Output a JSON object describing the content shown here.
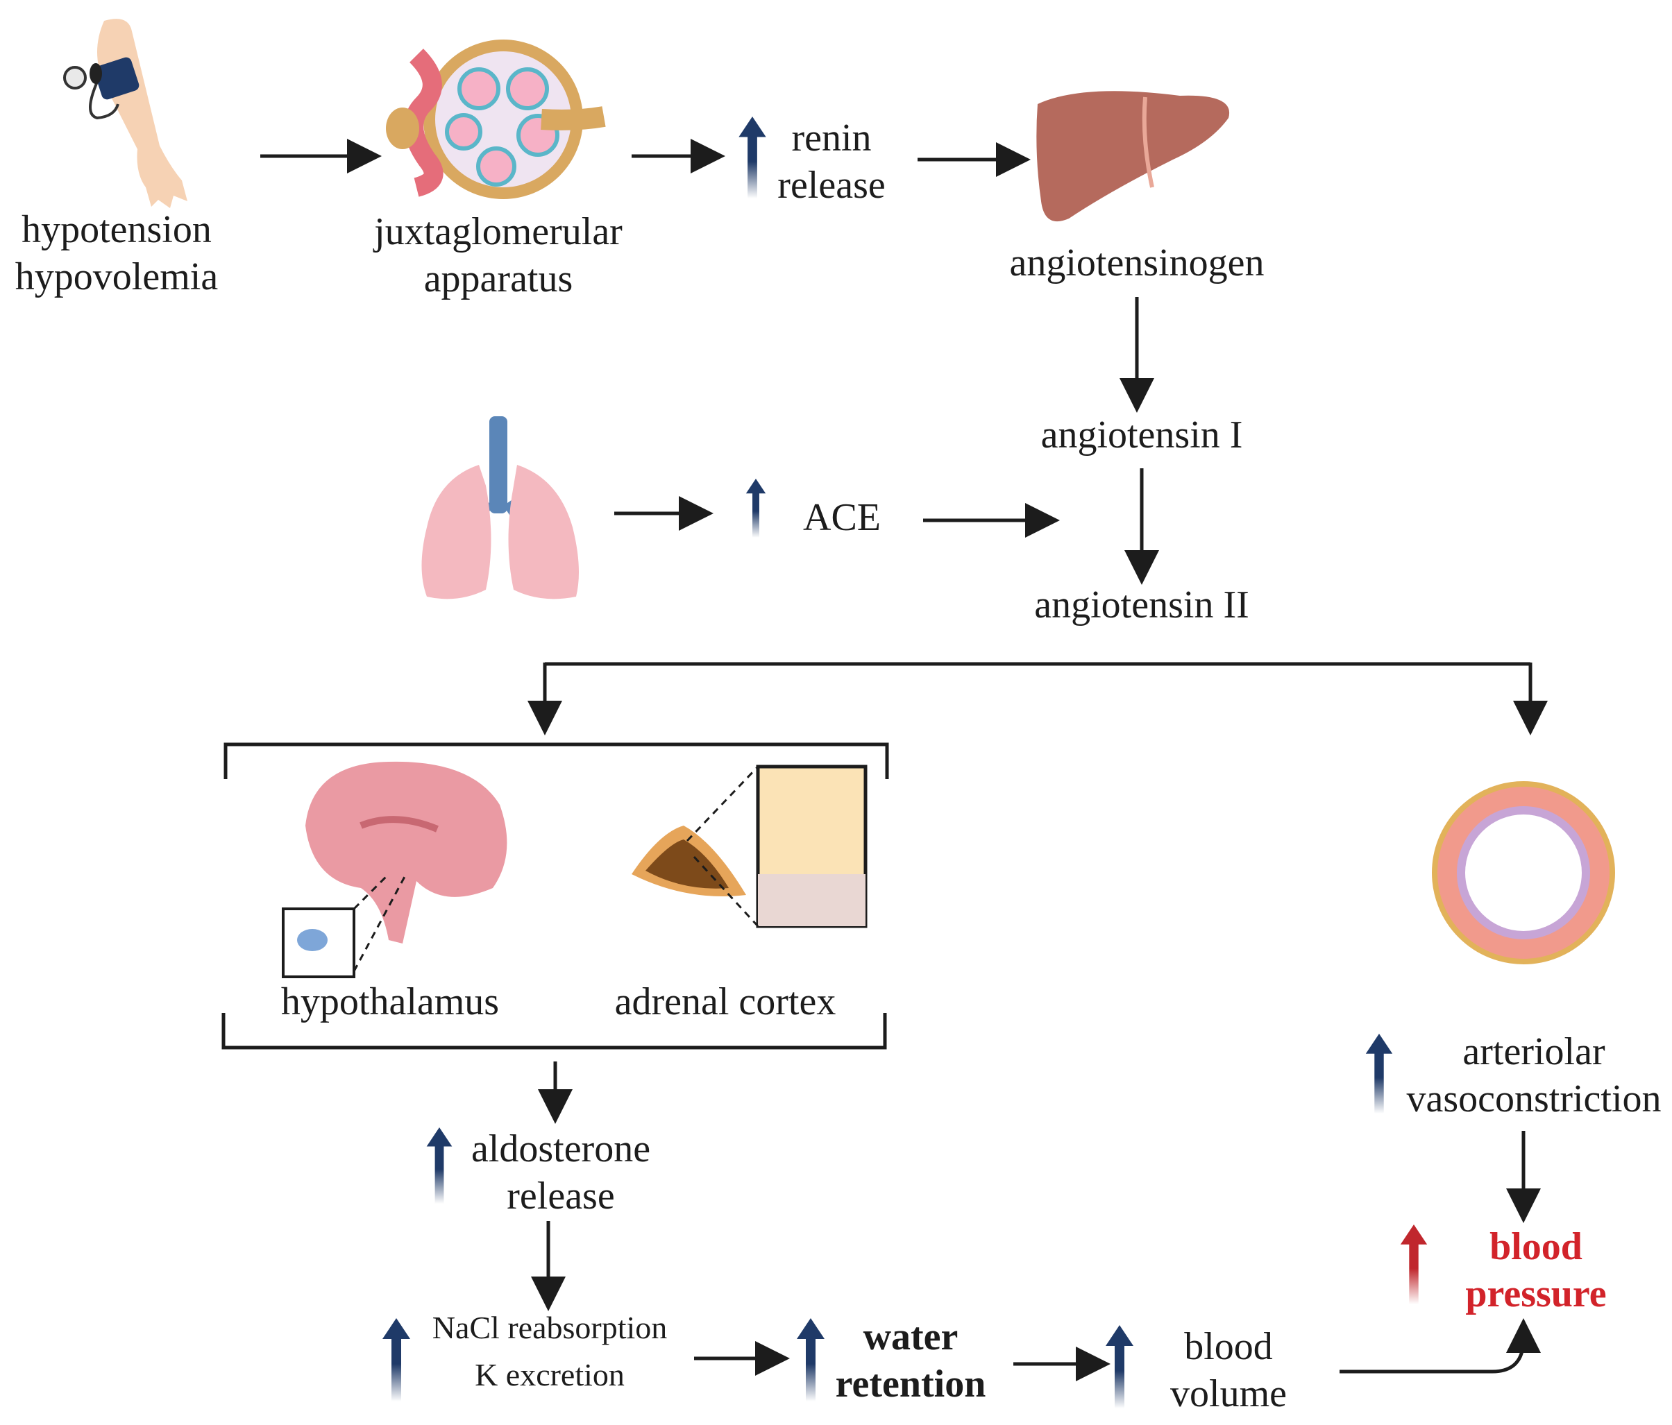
{
  "nodes": {
    "hypotension": [
      "hypotension",
      "hypovolemia"
    ],
    "juxtaglomerular": [
      "juxtaglomerular",
      "apparatus"
    ],
    "renin": [
      "renin",
      "release"
    ],
    "angiotensinogen": "angiotensinogen",
    "angiotensin_1": "angiotensin I",
    "ace": "ACE",
    "angiotensin_2": "angiotensin II",
    "hypothalamus": "hypothalamus",
    "adrenal_cortex": "adrenal cortex",
    "aldosterone": [
      "aldosterone",
      "release"
    ],
    "nacl": [
      "NaCl reabsorption",
      "K excretion"
    ],
    "water": [
      "water",
      "retention"
    ],
    "blood_volume": [
      "blood",
      "volume"
    ],
    "arteriolar": [
      "arteriolar",
      "vasoconstriction"
    ],
    "blood_pressure": [
      "blood",
      "pressure"
    ]
  },
  "icons": {
    "arm": "blood-pressure-cuff-arm-icon",
    "kidney": "juxtaglomerular-apparatus-icon",
    "liver": "liver-icon",
    "lungs": "lungs-icon",
    "brain": "brain-icon",
    "adrenal": "adrenal-gland-icon",
    "vessel": "artery-cross-section-icon"
  },
  "colors": {
    "increase_arrow": "#1f3a68",
    "blood_pressure": "#d2232a",
    "flow_arrow": "#1c1c1c"
  }
}
